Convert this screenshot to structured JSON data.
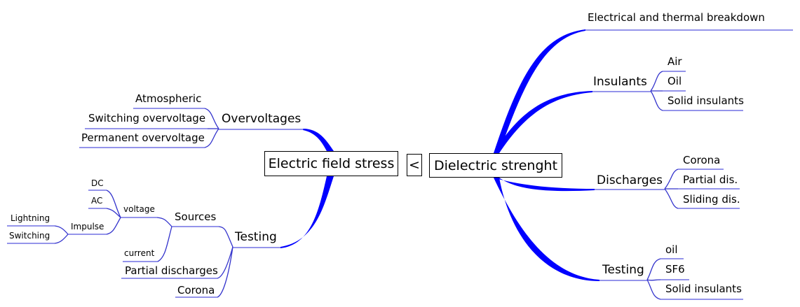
{
  "center": {
    "left_topic": "Electric field stress",
    "relation": "<",
    "right_topic": "Dielectric strenght"
  },
  "left": {
    "overvoltages": {
      "label": "Overvoltages",
      "items": [
        "Atmospheric",
        "Switching overvoltage",
        "Permanent overvoltage"
      ]
    },
    "testing": {
      "label": "Testing",
      "sources": {
        "label": "Sources",
        "voltage": {
          "label": "voltage",
          "dc": "DC",
          "ac": "AC",
          "impulse": {
            "label": "Impulse",
            "items": [
              "Lightning",
              "Switching"
            ]
          }
        },
        "current": "current"
      },
      "partial_discharges": "Partial discharges",
      "corona": "Corona"
    }
  },
  "right": {
    "breakdown": "Electrical and thermal breakdown",
    "insulants": {
      "label": "Insulants",
      "items": [
        "Air",
        "Oil",
        "Solid insulants"
      ]
    },
    "discharges": {
      "label": "Discharges",
      "items": [
        "Corona",
        "Partial dis.",
        "Sliding dis."
      ]
    },
    "testing": {
      "label": "Testing",
      "items": [
        "oil",
        "SF6",
        "Solid insulants"
      ]
    }
  },
  "colors": {
    "branch": "#0000ff",
    "connector": "#3333cc",
    "underline": "#5555dd"
  }
}
